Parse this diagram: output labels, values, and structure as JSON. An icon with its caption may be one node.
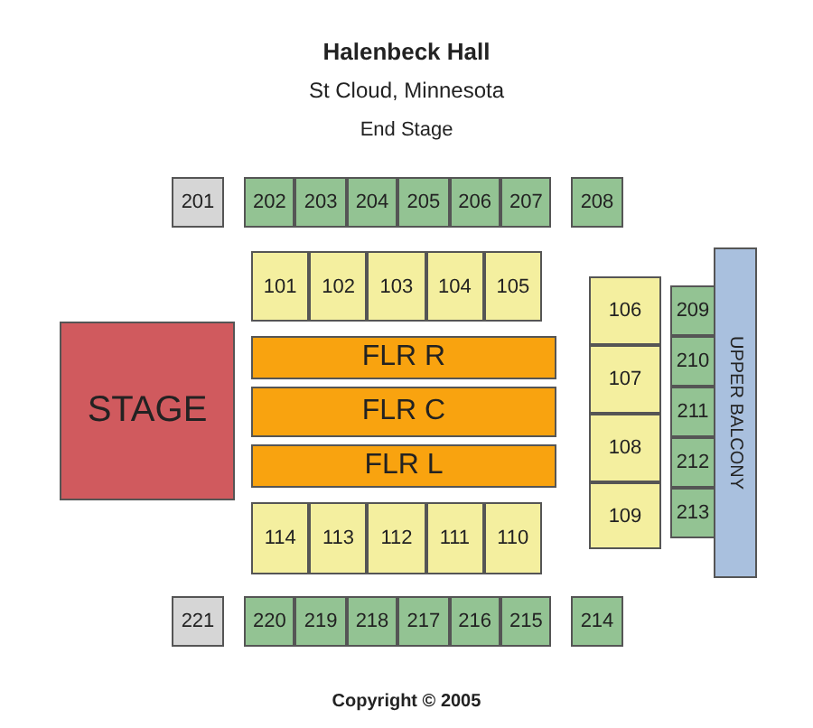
{
  "diagram": {
    "title": "Halenbeck Hall",
    "nodes": [
      {
        "text": [
          "201"
        ]
      },
      {
        "text": [
          "202"
        ]
      },
      {
        "text": [
          "203"
        ]
      },
      {
        "text": [
          "204"
        ]
      },
      {
        "text": [
          "205"
        ]
      },
      {
        "text": [
          "206"
        ]
      },
      {
        "text": [
          "207"
        ]
      },
      {
        "text": [
          "208"
        ]
      },
      {
        "text": [
          "101"
        ]
      },
      {
        "text": [
          "102"
        ]
      },
      {
        "text": [
          "103"
        ]
      },
      {
        "text": [
          "104"
        ]
      },
      {
        "text": [
          "105"
        ]
      },
      {
        "text": [
          "UPPER BALCONY"
        ]
      },
      {
        "text": [
          "106"
        ]
      },
      {
        "text": [
          "209"
        ]
      },
      {
        "text": [
          "STAGE"
        ]
      },
      {
        "text": [
          "FLR R"
        ]
      },
      {
        "text": [
          "210"
        ]
      },
      {
        "text": [
          "107"
        ]
      },
      {
        "text": [
          "FLR C"
        ]
      },
      {
        "text": [
          "211"
        ]
      },
      {
        "text": [
          "108"
        ]
      },
      {
        "text": [
          "FLR L"
        ]
      },
      {
        "text": [
          "212"
        ]
      },
      {
        "text": [
          "109"
        ]
      },
      {
        "text": [
          "213"
        ]
      },
      {
        "text": [
          "114"
        ]
      },
      {
        "text": [
          "113"
        ]
      },
      {
        "text": [
          "112"
        ]
      },
      {
        "text": [
          "111"
        ]
      },
      {
        "text": [
          "110"
        ]
      },
      {
        "text": [
          "221"
        ]
      },
      {
        "text": [
          "220"
        ]
      },
      {
        "text": [
          "219"
        ]
      },
      {
        "text": [
          "218"
        ]
      },
      {
        "text": [
          "217"
        ]
      },
      {
        "text": [
          "216"
        ]
      },
      {
        "text": [
          "215"
        ]
      },
      {
        "text": [
          "214"
        ]
      }
    ],
    "labels": [
      "St Cloud, Minnesota",
      "End Stage",
      "Copyright © 2005"
    ]
  }
}
